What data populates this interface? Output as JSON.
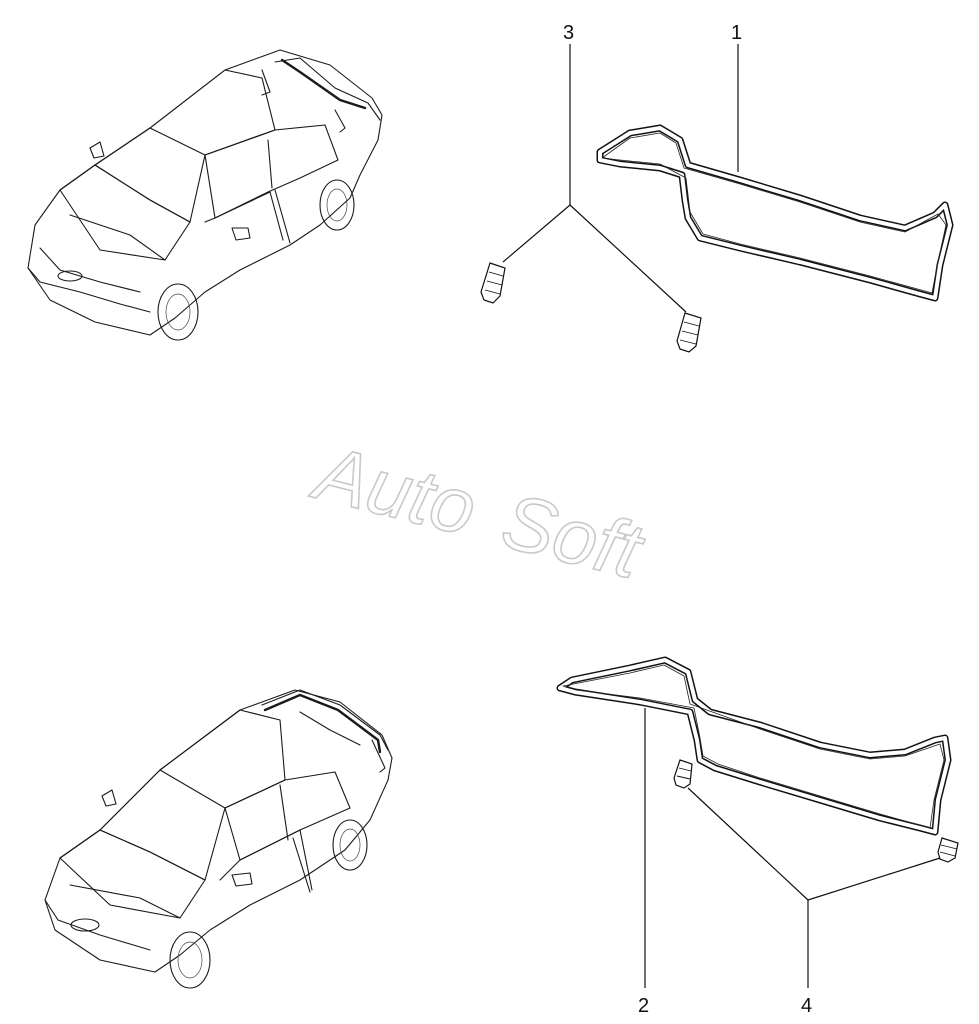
{
  "watermark": {
    "line1": "Auto",
    "line2": "Soft",
    "color": "#c9c9c9"
  },
  "callouts": [
    {
      "id": "1",
      "label": "1"
    },
    {
      "id": "2",
      "label": "2"
    },
    {
      "id": "3",
      "label": "3"
    },
    {
      "id": "4",
      "label": "4"
    }
  ],
  "figures": [
    {
      "id": "sedan-top",
      "icon": "car-sedan-rear-seal-icon"
    },
    {
      "id": "liftback-bottom",
      "icon": "car-liftback-rear-seal-icon"
    }
  ]
}
